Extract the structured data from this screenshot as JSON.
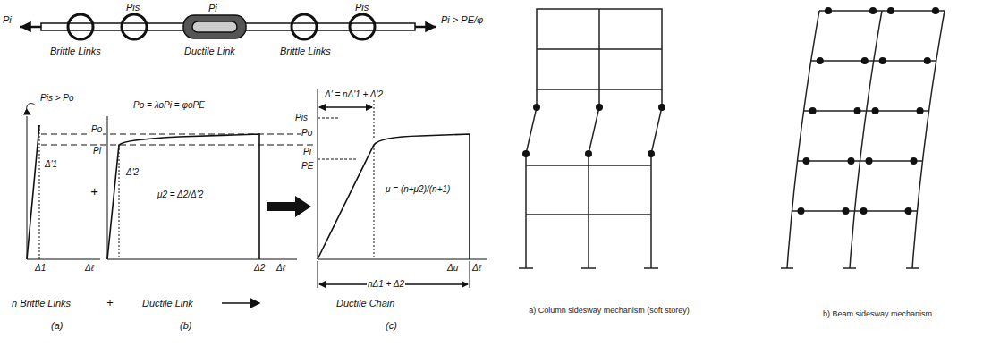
{
  "diagram": {
    "labels": [
      "Pi",
      "Pis",
      "Pi",
      "Pis",
      "Pi > PE/φ",
      "Brittle Links",
      "Ductile Link",
      "Brittle Links",
      "Pis > Po",
      "Δ'1",
      "Δ1",
      "Δℓ",
      "+",
      "Po = λoPi = φoPE",
      "Po",
      "Pi",
      "Δ'2",
      "μ2 = Δ2/Δ'2",
      "Δ2",
      "Δℓ",
      "Pis",
      "Po",
      "Pi",
      "PE",
      "Δ' = nΔ'1 + Δ'2",
      "μ = (n+μ2)/(n+1)",
      "nΔ1 + Δ2",
      "Δu",
      "Δℓ",
      "n Brittle Links",
      "+",
      "Ductile Link",
      "Ductile Chain",
      "(a)",
      "(b)",
      "(c)",
      "a) Column sidesway mechanism (soft storey)",
      "b) Beam sidesway mechanism"
    ]
  }
}
